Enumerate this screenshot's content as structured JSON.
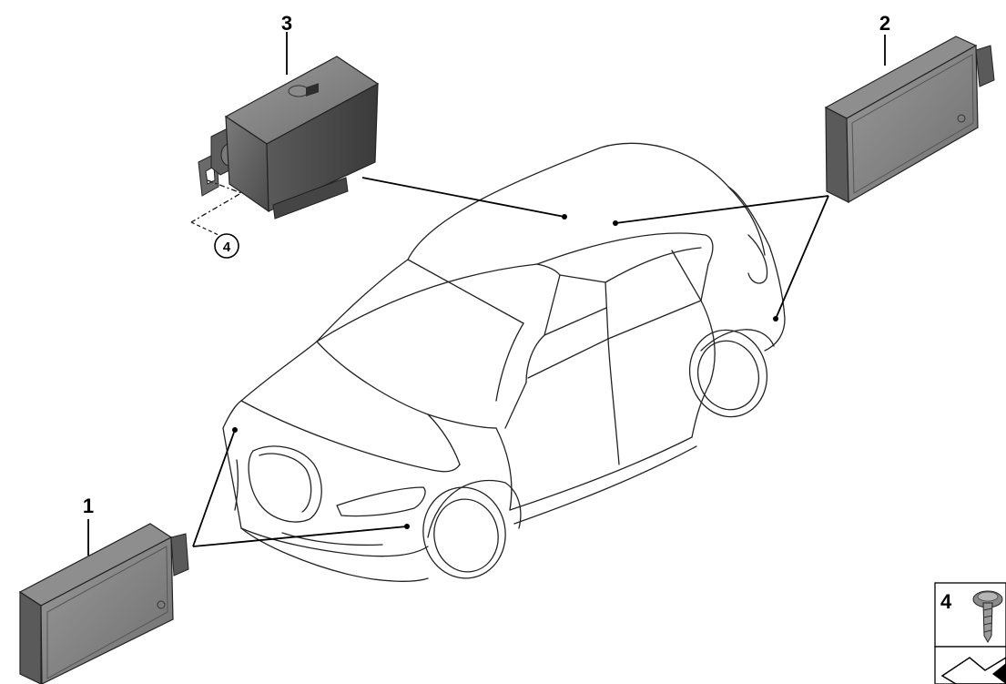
{
  "parts": [
    {
      "number": "1",
      "icon": "radar-sensor-module"
    },
    {
      "number": "2",
      "icon": "radar-sensor-module"
    },
    {
      "number": "3",
      "icon": "control-unit-with-bracket"
    },
    {
      "number": "4",
      "icon": "torx-screw"
    }
  ],
  "callout_circle": "4",
  "legend": {
    "number": "4"
  }
}
